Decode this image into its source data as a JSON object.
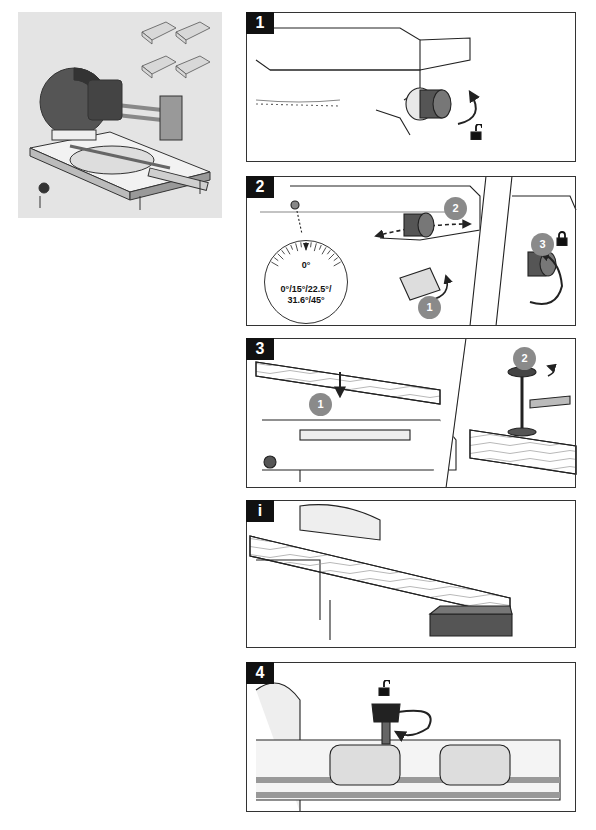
{
  "diagram": {
    "nodes": [
      {
        "text": [
          "1"
        ]
      },
      {
        "text": [
          "2"
        ]
      },
      {
        "text": [
          "1"
        ],
        "in": 1
      },
      {
        "text": [
          "2"
        ],
        "in": 1
      },
      {
        "text": [
          "3"
        ],
        "in": 1
      },
      {
        "text": [
          "0°",
          "0°/15°/22.5°/ 31.6°/45°"
        ],
        "in": 1
      },
      {
        "text": [
          "3"
        ]
      },
      {
        "text": [
          "1"
        ],
        "in": 6
      },
      {
        "text": [
          "2"
        ],
        "in": 6
      },
      {
        "text": [
          "i"
        ]
      },
      {
        "text": [
          "4"
        ]
      }
    ]
  }
}
